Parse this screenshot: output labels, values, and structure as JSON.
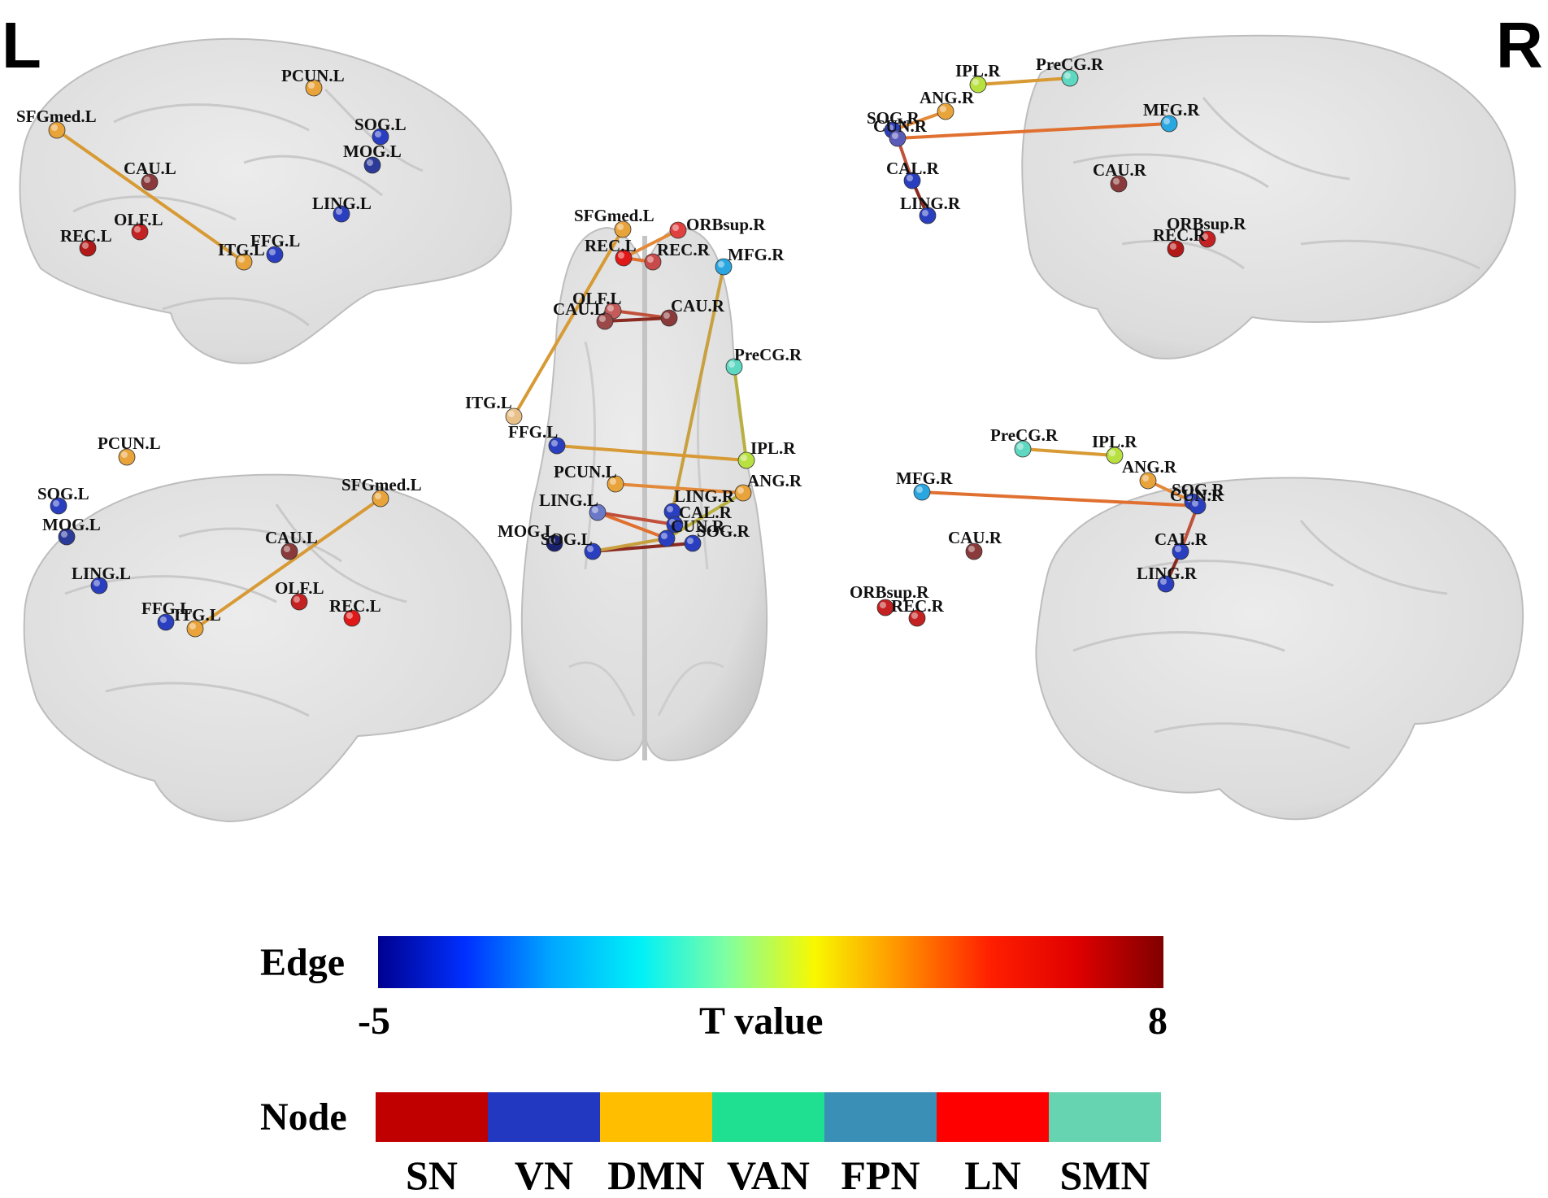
{
  "side_left": "L",
  "side_right": "R",
  "views": [
    {
      "id": "left-lateral",
      "nodes": [
        {
          "label": "PCUN.L",
          "color": "#e8a33a"
        },
        {
          "label": "SFGmed.L",
          "color": "#e8a33a"
        },
        {
          "label": "SOG.L",
          "color": "#2a3fc0"
        },
        {
          "label": "MOG.L",
          "color": "#2c3a9a"
        },
        {
          "label": "CAU.L",
          "color": "#8a3a3a"
        },
        {
          "label": "LING.L",
          "color": "#2a3fc0"
        },
        {
          "label": "OLF.L",
          "color": "#c42222"
        },
        {
          "label": "REC.L",
          "color": "#b21818"
        },
        {
          "label": "FFG.L",
          "color": "#2a3fc0"
        },
        {
          "label": "ITG.L",
          "color": "#e8a33a"
        }
      ],
      "edges": [
        [
          "SFGmed.L",
          "ITG.L"
        ]
      ]
    },
    {
      "id": "left-medial",
      "nodes": [
        {
          "label": "PCUN.L",
          "color": "#e8a33a"
        },
        {
          "label": "SOG.L",
          "color": "#2a3fc0"
        },
        {
          "label": "MOG.L",
          "color": "#2c3a9a"
        },
        {
          "label": "SFGmed.L",
          "color": "#e8a33a"
        },
        {
          "label": "CAU.L",
          "color": "#8a3a3a"
        },
        {
          "label": "LING.L",
          "color": "#2a3fc0"
        },
        {
          "label": "OLF.L",
          "color": "#c42222"
        },
        {
          "label": "REC.L",
          "color": "#e01818"
        },
        {
          "label": "FFG.L",
          "color": "#2a3fc0"
        },
        {
          "label": "ITG.L",
          "color": "#e8a33a"
        }
      ],
      "edges": [
        [
          "SFGmed.L",
          "ITG.L"
        ]
      ]
    },
    {
      "id": "dorsal",
      "nodes": [
        {
          "label": "SFGmed.L",
          "color": "#e8a33a"
        },
        {
          "label": "ORBsup.R",
          "color": "#e04040"
        },
        {
          "label": "REC.L",
          "color": "#e01818"
        },
        {
          "label": "REC.R",
          "color": "#c84a4a"
        },
        {
          "label": "MFG.R",
          "color": "#2aa6e0"
        },
        {
          "label": "OLF.L",
          "color": "#c45a5a"
        },
        {
          "label": "CAU.L",
          "color": "#9a4848"
        },
        {
          "label": "CAU.R",
          "color": "#8a3a3a"
        },
        {
          "label": "PreCG.R",
          "color": "#5ed8c0"
        },
        {
          "label": "ITG.L",
          "color": "#e8c088"
        },
        {
          "label": "FFG.L",
          "color": "#2a3fc0"
        },
        {
          "label": "IPL.R",
          "color": "#b8e040"
        },
        {
          "label": "PCUN.L",
          "color": "#e8a33a"
        },
        {
          "label": "ANG.R",
          "color": "#e8a33a"
        },
        {
          "label": "LING.L",
          "color": "#6a78c8"
        },
        {
          "label": "LING.R",
          "color": "#2a3fc0"
        },
        {
          "label": "CAL.R",
          "color": "#2a3fc0"
        },
        {
          "label": "CUN.R",
          "color": "#2a3fc0"
        },
        {
          "label": "MOG.L",
          "color": "#1a2270"
        },
        {
          "label": "SOG.L",
          "color": "#2a3fc0"
        },
        {
          "label": "SOG.R",
          "color": "#2a3fc0"
        }
      ],
      "edges": [
        [
          "SFGmed.L",
          "ITG.L"
        ],
        [
          "REC.L",
          "ORBsup.R"
        ],
        [
          "REC.L",
          "REC.R"
        ],
        [
          "OLF.L",
          "CAU.R"
        ],
        [
          "CAU.L",
          "CAU.R"
        ],
        [
          "MFG.R",
          "CUN.R"
        ],
        [
          "PreCG.R",
          "IPL.R"
        ],
        [
          "FFG.L",
          "IPL.R"
        ],
        [
          "PCUN.L",
          "ANG.R"
        ],
        [
          "LING.L",
          "CUN.R"
        ],
        [
          "LING.L",
          "CAL.R"
        ],
        [
          "SOG.L",
          "SOG.R"
        ],
        [
          "SOG.L",
          "CUN.R"
        ],
        [
          "ANG.R",
          "CUN.R"
        ]
      ]
    },
    {
      "id": "right-medial",
      "nodes": [
        {
          "label": "IPL.R",
          "color": "#b8e040"
        },
        {
          "label": "PreCG.R",
          "color": "#5ed8c0"
        },
        {
          "label": "ANG.R",
          "color": "#e8a33a"
        },
        {
          "label": "MFG.R",
          "color": "#2aa6e0"
        },
        {
          "label": "SOG.R",
          "color": "#2a3fc0"
        },
        {
          "label": "CUN.R",
          "color": "#5a5ab8"
        },
        {
          "label": "CAL.R",
          "color": "#2a3fc0"
        },
        {
          "label": "CAU.R",
          "color": "#8a3a3a"
        },
        {
          "label": "LING.R",
          "color": "#2a3fc0"
        },
        {
          "label": "ORBsup.R",
          "color": "#c42222"
        },
        {
          "label": "REC.R",
          "color": "#b21818"
        }
      ],
      "edges": [
        [
          "IPL.R",
          "PreCG.R"
        ],
        [
          "ANG.R",
          "SOG.R"
        ],
        [
          "CUN.R",
          "MFG.R"
        ],
        [
          "CUN.R",
          "CAL.R"
        ],
        [
          "CAL.R",
          "LING.R"
        ]
      ]
    },
    {
      "id": "right-lateral",
      "nodes": [
        {
          "label": "PreCG.R",
          "color": "#5ed8c0"
        },
        {
          "label": "IPL.R",
          "color": "#b8e040"
        },
        {
          "label": "ANG.R",
          "color": "#e8a33a"
        },
        {
          "label": "MFG.R",
          "color": "#2aa6e0"
        },
        {
          "label": "SOG.R",
          "color": "#2a3fc0"
        },
        {
          "label": "CUN.R",
          "color": "#2a3fc0"
        },
        {
          "label": "CAU.R",
          "color": "#8a3a3a"
        },
        {
          "label": "CAL.R",
          "color": "#2a3fc0"
        },
        {
          "label": "LING.R",
          "color": "#2a3fc0"
        },
        {
          "label": "ORBsup.R",
          "color": "#c42222"
        },
        {
          "label": "REC.R",
          "color": "#c42222"
        }
      ],
      "edges": [
        [
          "PreCG.R",
          "IPL.R"
        ],
        [
          "ANG.R",
          "SOG.R"
        ],
        [
          "MFG.R",
          "CUN.R"
        ],
        [
          "CUN.R",
          "CAL.R"
        ],
        [
          "CAL.R",
          "LING.R"
        ]
      ]
    }
  ],
  "edge_legend": {
    "title": "Edge",
    "min": "-5",
    "max": "8",
    "label": "T value",
    "stops": [
      "#00008f",
      "#0030ff",
      "#00a8ff",
      "#00f0f8",
      "#80ffa0",
      "#f8f800",
      "#ff9000",
      "#ff2000",
      "#e00000",
      "#800000"
    ]
  },
  "node_legend": {
    "title": "Node",
    "categories": [
      {
        "label": "SN",
        "color": "#c00000"
      },
      {
        "label": "VN",
        "color": "#2238c0"
      },
      {
        "label": "DMN",
        "color": "#ffbf00"
      },
      {
        "label": "VAN",
        "color": "#1ee090"
      },
      {
        "label": "FPN",
        "color": "#3a8fb7"
      },
      {
        "label": "LN",
        "color": "#ff0000"
      },
      {
        "label": "SMN",
        "color": "#66d4b0"
      }
    ]
  }
}
